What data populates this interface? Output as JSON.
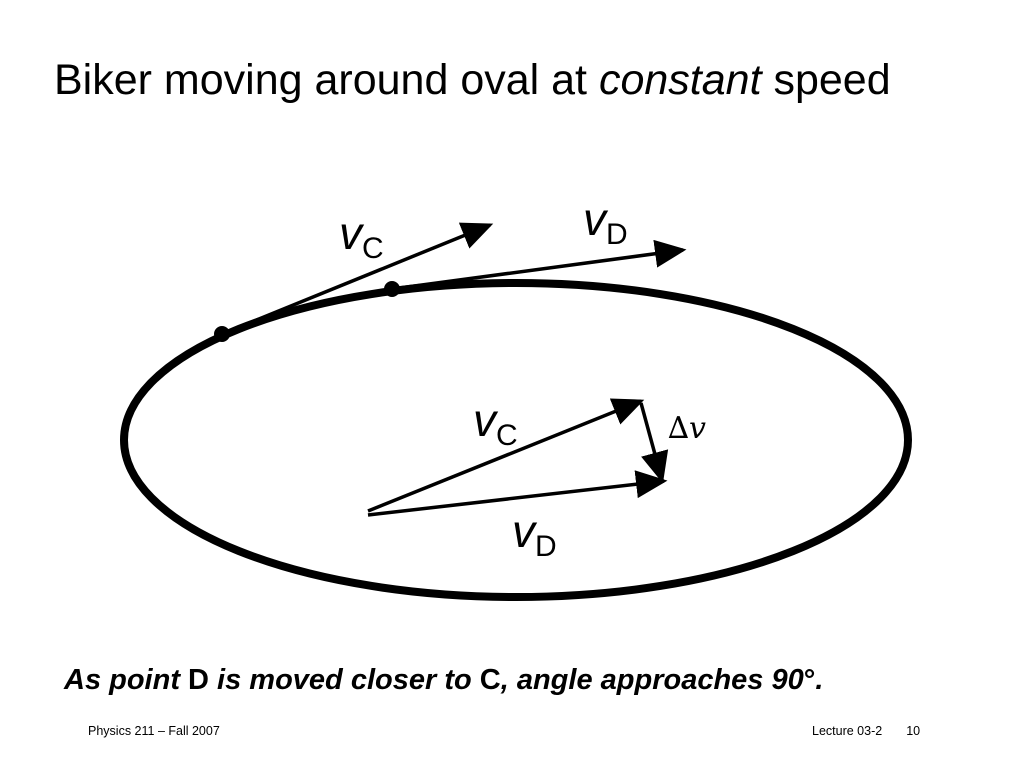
{
  "slide": {
    "title_part1": "Biker moving around oval at ",
    "title_emphasis": "constant",
    "title_part2": " speed"
  },
  "diagram": {
    "outer_vc": {
      "symbol": "v",
      "subscript": "C"
    },
    "outer_vd": {
      "symbol": "v",
      "subscript": "D"
    },
    "inner_vc": {
      "symbol": "v",
      "subscript": "C"
    },
    "inner_vd": {
      "symbol": "v",
      "subscript": "D"
    },
    "delta_v": {
      "delta": "∆",
      "symbol": "v"
    }
  },
  "caption": {
    "part1": "As point ",
    "point_d": "D",
    "part2": " is moved closer to ",
    "point_c": "C",
    "part3": ", angle approaches 90",
    "degree": "°",
    "period": "."
  },
  "footer": {
    "course": "Physics 211 –  Fall 2007",
    "lecture": "Lecture 03-2",
    "page": "10"
  }
}
